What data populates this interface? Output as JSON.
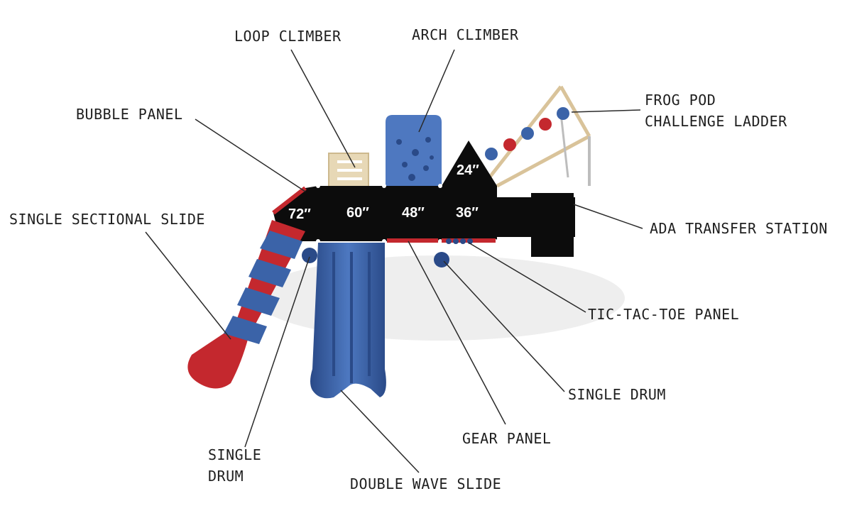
{
  "colors": {
    "deck": "#0c0c0c",
    "blue": "#3b63a8",
    "blue_dark": "#2a4a88",
    "red": "#c4282e",
    "tan": "#d9c39a",
    "leader": "#2a2a2a"
  },
  "labels": {
    "loop_climber": "LOOP CLIMBER",
    "arch_climber": "ARCH CLIMBER",
    "frog_pod_1": "FROG POD",
    "frog_pod_2": "CHALLENGE LADDER",
    "bubble_panel": "BUBBLE PANEL",
    "single_sectional_slide": "SINGLE SECTIONAL SLIDE",
    "ada_transfer_station": "ADA TRANSFER STATION",
    "tic_tac_toe_panel": "TIC-TAC-TOE PANEL",
    "single_drum_right": "SINGLE DRUM",
    "gear_panel": "GEAR PANEL",
    "single_drum_left_1": "SINGLE",
    "single_drum_left_2": "DRUM",
    "double_wave_slide": "DOUBLE WAVE SLIDE"
  },
  "deck_heights": {
    "d72": "72″",
    "d60": "60″",
    "d48": "48″",
    "d36": "36″",
    "d24": "24″"
  }
}
